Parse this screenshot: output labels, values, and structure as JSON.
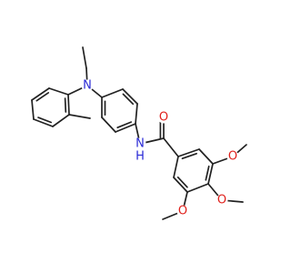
{
  "molecule": {
    "atoms": {
      "n_ring": "N",
      "n_amide": "N",
      "h_amide": "H",
      "o_carbonyl": "O",
      "o_methoxy_1": "O",
      "o_methoxy_2": "O",
      "o_methoxy_3": "O"
    },
    "colors": {
      "bond": "#222222",
      "nitrogen": "#2929d6",
      "oxygen": "#e0201b",
      "background": "#ffffff"
    }
  }
}
